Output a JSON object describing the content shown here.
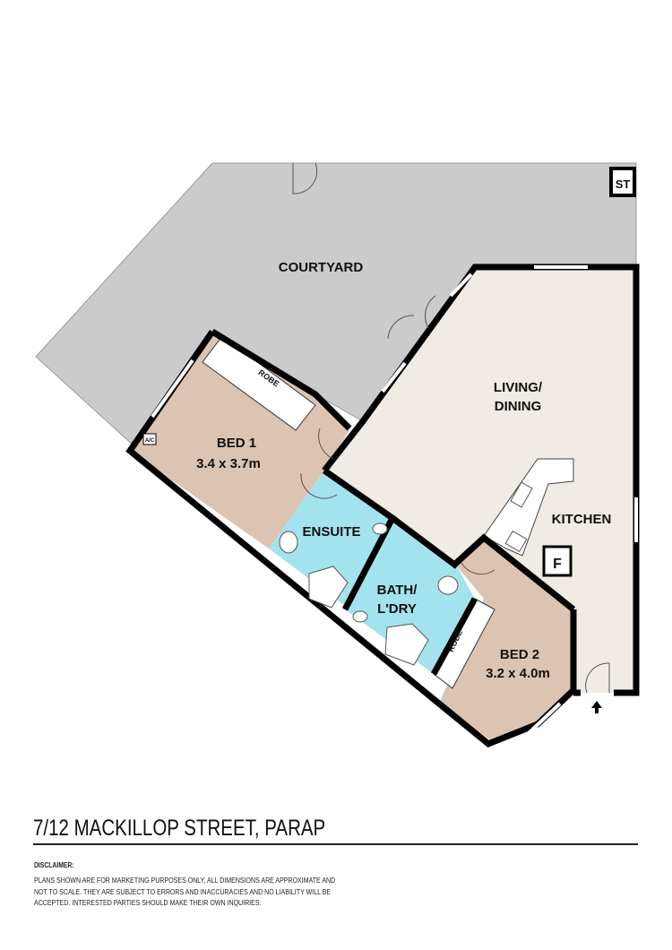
{
  "address": "7/12 MACKILLOP STREET, PARAP",
  "disclaimer": {
    "heading": "DISCLAIMER:",
    "lines": [
      "PLANS SHOWN ARE FOR MARKETING PURPOSES ONLY, ALL DIMENSIONS ARE APPROXIMATE AND",
      "NOT TO SCALE. THEY ARE SUBJECT TO ERRORS AND INACCURACIES AND NO LIABILITY WILL BE",
      "ACCEPTED. INTERESTED PARTIES SHOULD MAKE THEIR OWN INQUIRIES."
    ]
  },
  "rooms": {
    "courtyard": "COURTYARD",
    "living": [
      "LIVING/",
      "DINING"
    ],
    "kitchen": "KITCHEN",
    "bed1": {
      "name": "BED 1",
      "size": "3.4 x 3.7m"
    },
    "bed2": {
      "name": "BED 2",
      "size": "3.2 x  4.0m"
    },
    "ensuite": "ENSUITE",
    "bath": [
      "BATH/",
      "L'DRY"
    ],
    "robe1": "ROBE",
    "robe2": "ROBE",
    "store": "ST",
    "fridge": "F",
    "ac": "A/C"
  },
  "colors": {
    "courtyard": "#cbcbcb",
    "living": "#f0ebe5",
    "bedroom": "#dcc4b2",
    "wet_area": "#a3e3ee",
    "wall": "#000000"
  }
}
